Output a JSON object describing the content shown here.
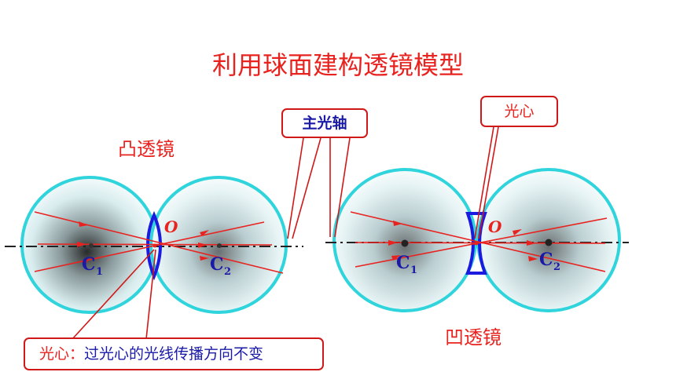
{
  "title": "利用球面建构透镜模型",
  "convex": {
    "label": "凸透镜",
    "center_label": "O",
    "c1_label": "C",
    "c1_sub": "1",
    "c2_label": "C",
    "c2_sub": "2"
  },
  "concave": {
    "label": "凹透镜",
    "center_label": "O",
    "c1_label": "C",
    "c1_sub": "1",
    "c2_label": "C",
    "c2_sub": "2"
  },
  "callouts": {
    "principal_axis": "主光轴",
    "optical_center": "光心",
    "bottom_term": "光心：",
    "bottom_desc": "过光心的光线传播方向不变"
  },
  "colors": {
    "title": "#e8231f",
    "circle_stroke": "#2fd4dc",
    "lens": "#1a1ae0",
    "ray": "#e8231f",
    "callout_border": "#d01818",
    "label_blue": "#1a1aa8"
  }
}
